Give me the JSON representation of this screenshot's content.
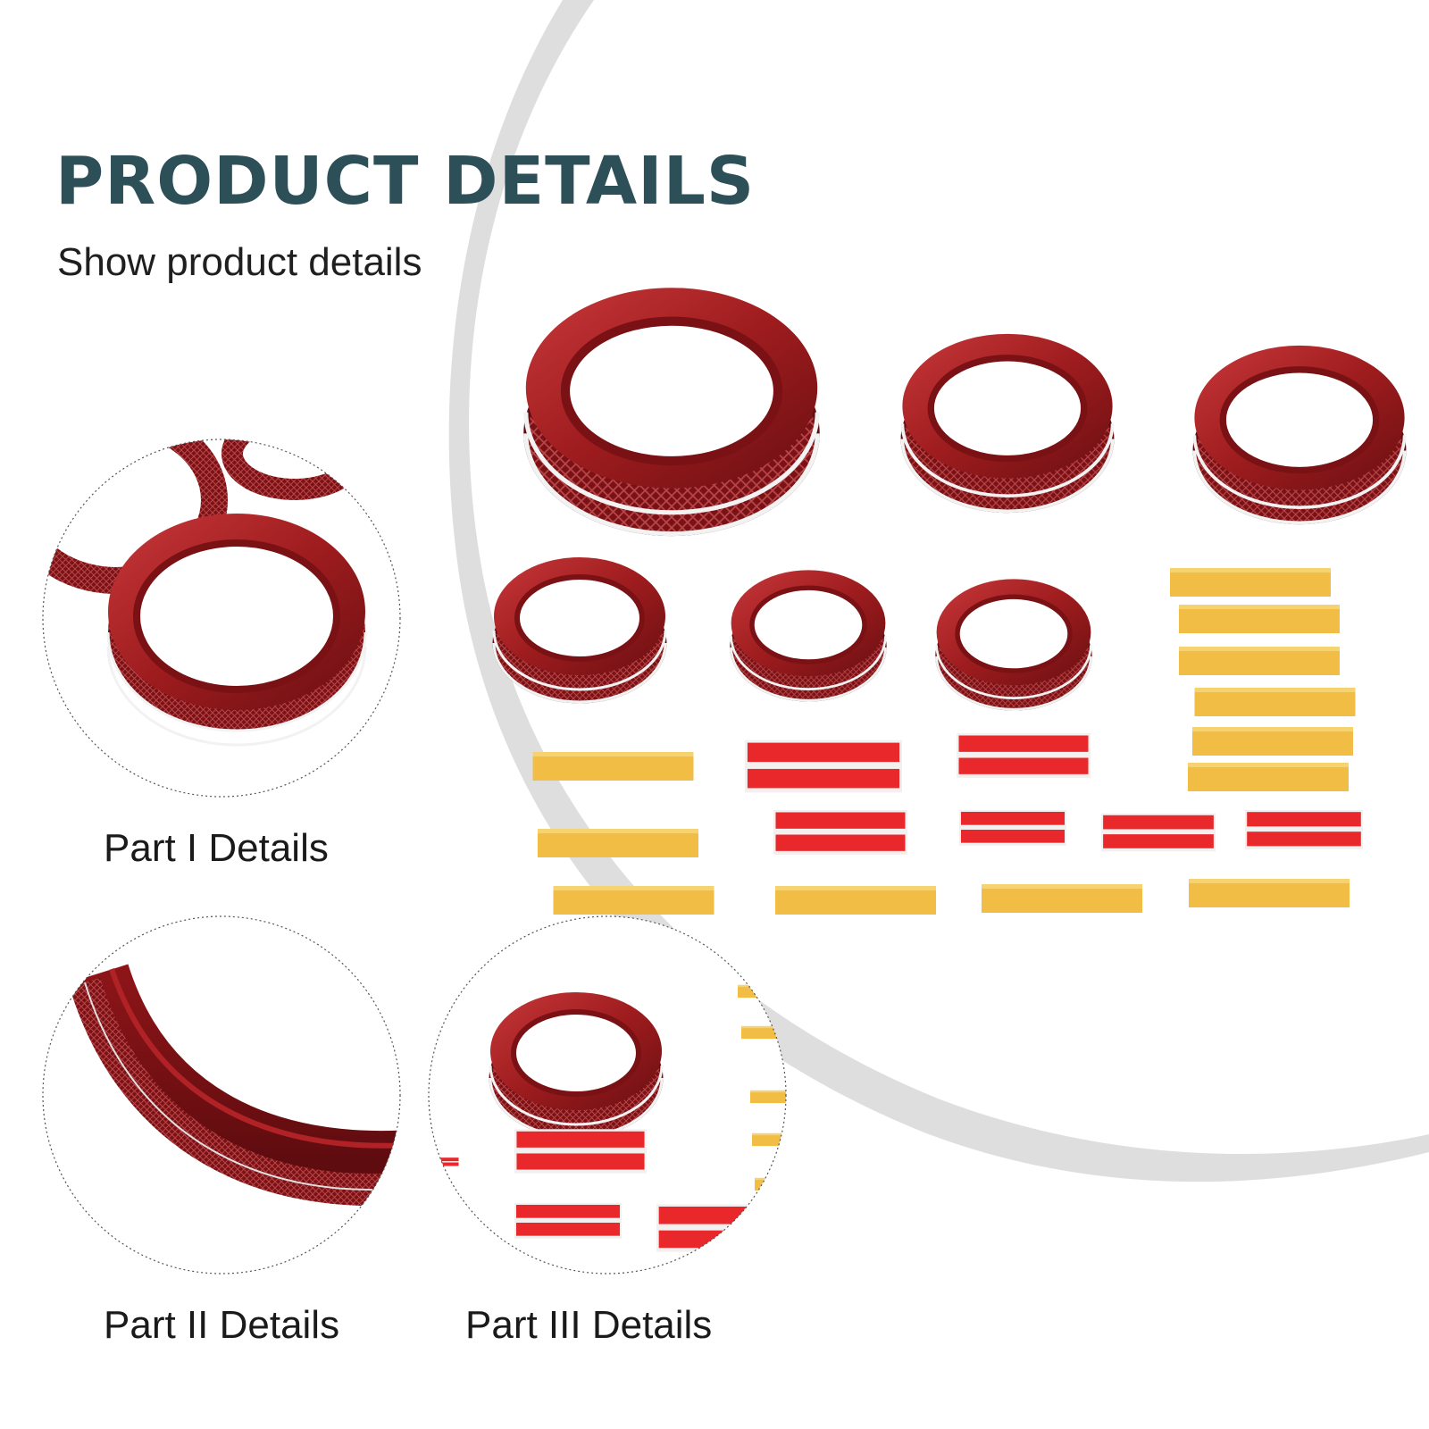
{
  "header": {
    "title": "PRODUCT DETAILS",
    "subtitle": "Show product details"
  },
  "details": [
    {
      "label": "Part I Details"
    },
    {
      "label": "Part II Details"
    },
    {
      "label": "Part III Details"
    }
  ],
  "colors": {
    "title": "#2d4f57",
    "ring_red": "#9e1c1e",
    "ring_dark": "#6a0f12",
    "tape_yellow": "#f2bd45",
    "tape_red": "#e8282a",
    "swoosh_gray": "#dcdcdc"
  }
}
